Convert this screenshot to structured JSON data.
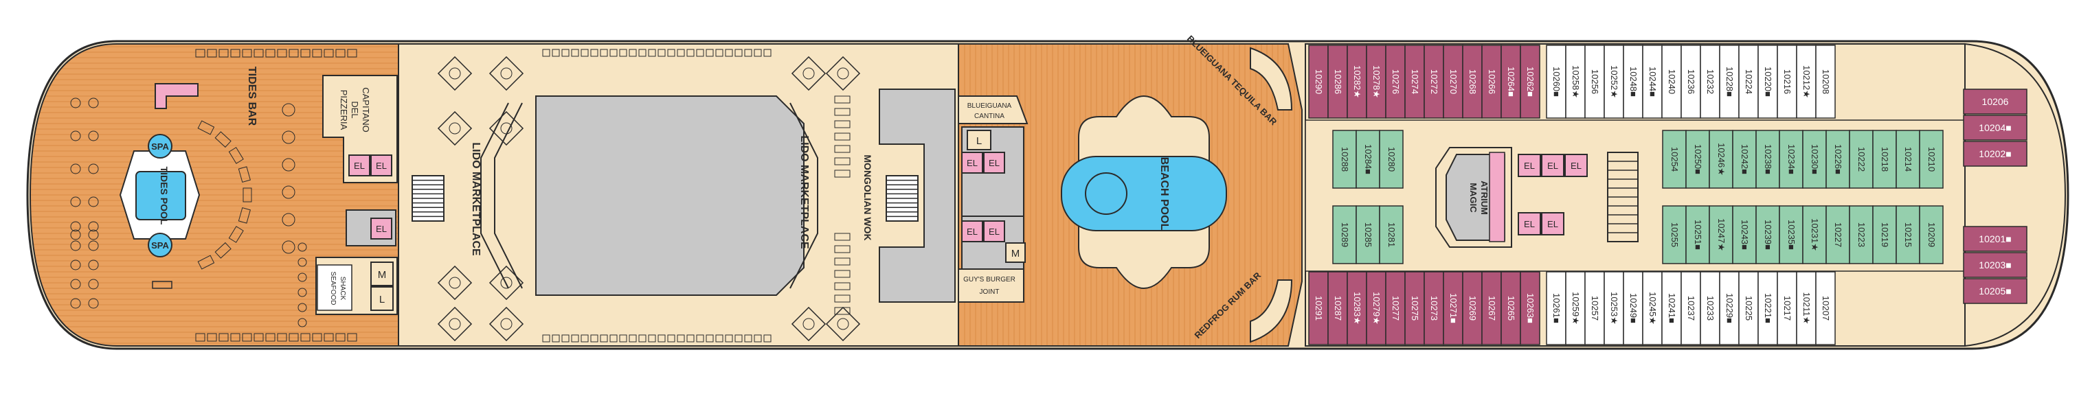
{
  "deck": {
    "colors": {
      "wood": "#e9a15f",
      "wood_dark": "#d7853f",
      "cream": "#f7e5c3",
      "cream_dark": "#ead3a5",
      "outline": "#2b2b2b",
      "pool": "#58c6ef",
      "cabin_purple": "#b05578",
      "cabin_green": "#95cfad",
      "elevator_pink": "#f3aac8",
      "grey": "#c8c8c8"
    },
    "venues": {
      "tides_bar": "TIDES BAR",
      "tides_pool": "TIDES POOL",
      "spa": "SPA",
      "pizzeria": "PIZZERIA DEL CAPITANO",
      "seafood_shack": "SEAFOOD SHACK",
      "lido_marketplace": "LIDO MARKETPLACE",
      "mongolian_wok": "MONGOLIAN WOK",
      "blueiguana_cantina": "BLUEIGUANA CANTINA",
      "guys_burger_joint": "GUY'S BURGER JOINT",
      "blueiguana_tequila_bar": "BLUEIGUANA TEQUILA BAR",
      "beach_pool": "BEACH POOL",
      "redfrog_rum_bar": "REDFROG RUM BAR",
      "magic_atrium": "MAGIC ATRIUM"
    },
    "symbols": {
      "elevator": "EL",
      "mens": "M",
      "ladies": "L"
    },
    "cabins": {
      "purple_top": [
        "10290",
        "10286",
        "10282",
        "10278",
        "10276",
        "10274",
        "10272",
        "10270",
        "10268",
        "10266",
        "10264",
        "10262"
      ],
      "white_top": [
        "10260",
        "10258",
        "10256",
        "10252",
        "10248",
        "10244",
        "10240",
        "10236",
        "10232",
        "10228",
        "10224",
        "10220",
        "10216",
        "10212",
        "10208"
      ],
      "green_upper": [
        "10288",
        "10284",
        "10280",
        "10254",
        "10250",
        "10246",
        "10242",
        "10238",
        "10234",
        "10230",
        "10226",
        "10222",
        "10218",
        "10214",
        "10210"
      ],
      "green_lower": [
        "10289",
        "10285",
        "10281",
        "10255",
        "10251",
        "10247",
        "10243",
        "10239",
        "10235",
        "10231",
        "10227",
        "10223",
        "10219",
        "10215",
        "10209"
      ],
      "purple_bottom": [
        "10291",
        "10287",
        "10283",
        "10279",
        "10277",
        "10275",
        "10273",
        "10271",
        "10269",
        "10267",
        "10265",
        "10263"
      ],
      "white_bottom": [
        "10261",
        "10259",
        "10257",
        "10253",
        "10249",
        "10245",
        "10241",
        "10237",
        "10233",
        "10229",
        "10225",
        "10221",
        "10217",
        "10211",
        "10207"
      ],
      "bow_purple": [
        "10206",
        "10204",
        "10202",
        "10201",
        "10203",
        "10205"
      ]
    },
    "cabin_markers": {
      "10282": "★",
      "10278": "★",
      "10264": "■",
      "10262": "■",
      "10260": "■",
      "10258": "★",
      "10252": "★",
      "10248": "■",
      "10244": "■",
      "10228": "■",
      "10220": "■",
      "10212": "★",
      "10204": "■",
      "10202": "■",
      "10201": "■",
      "10203": "■",
      "10205": "■",
      "10284": "■",
      "10250": "■",
      "10246": "★",
      "10242": "■",
      "10238": "■",
      "10234": "■",
      "10230": "■",
      "10226": "■",
      "10251": "■",
      "10247": "★",
      "10243": "■",
      "10239": "■",
      "10235": "■",
      "10231": "★",
      "10283": "★",
      "10279": "★",
      "10271": "■",
      "10263": "■",
      "10261": "■",
      "10259": "★",
      "10253": "★",
      "10249": "■",
      "10245": "★",
      "10241": "■",
      "10229": "■",
      "10221": "■",
      "10211": "★"
    }
  }
}
